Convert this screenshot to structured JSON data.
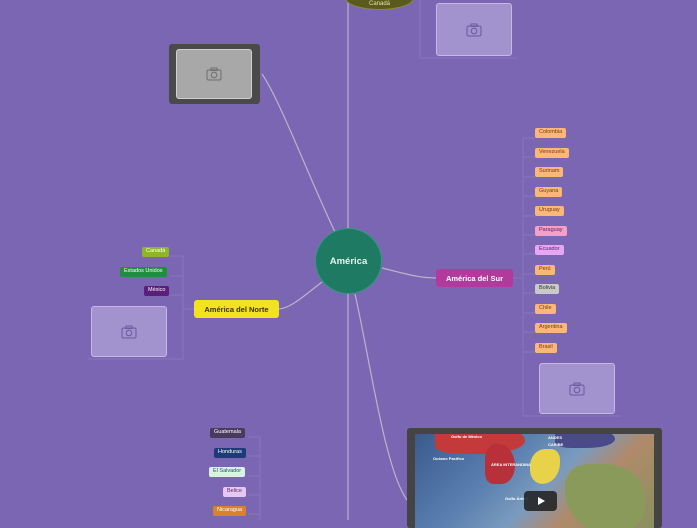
{
  "central": {
    "label": "América",
    "color": "#1e7a63"
  },
  "top_topic": {
    "label": "Canadá"
  },
  "north": {
    "label": "América del Norte",
    "color": "#f2e21f",
    "countries": [
      {
        "label": "Canadá",
        "bg": "#8fb62a",
        "fg": "#ffffff"
      },
      {
        "label": "Estados Unidos",
        "bg": "#1e8f3e",
        "fg": "#ffffff"
      },
      {
        "label": "México",
        "bg": "#5b1f7a",
        "fg": "#ffffff"
      }
    ]
  },
  "south": {
    "label": "América del Sur",
    "color": "#b23a9c",
    "countries": [
      {
        "label": "Colombia",
        "bg": "#f9b77a",
        "fg": "#7a3b10"
      },
      {
        "label": "Venezuela",
        "bg": "#f9b77a",
        "fg": "#7a3b10"
      },
      {
        "label": "Surinam",
        "bg": "#f9b77a",
        "fg": "#7a3b10"
      },
      {
        "label": "Guyana",
        "bg": "#f9b77a",
        "fg": "#7a3b10"
      },
      {
        "label": "Uruguay",
        "bg": "#f9b77a",
        "fg": "#7a3b10"
      },
      {
        "label": "Paraguay",
        "bg": "#f4a0c8",
        "fg": "#6a1f44"
      },
      {
        "label": "Ecuador",
        "bg": "#e6a6f2",
        "fg": "#5a1f6a"
      },
      {
        "label": "Perú",
        "bg": "#f9b77a",
        "fg": "#7a3b10"
      },
      {
        "label": "Bolivia",
        "bg": "#c9c9c9",
        "fg": "#333333"
      },
      {
        "label": "Chile",
        "bg": "#f9b77a",
        "fg": "#7a3b10"
      },
      {
        "label": "Argentina",
        "bg": "#f9b77a",
        "fg": "#7a3b10"
      },
      {
        "label": "Brasil",
        "bg": "#f9b77a",
        "fg": "#7a3b10"
      }
    ]
  },
  "central_america": {
    "countries": [
      {
        "label": "Guatemala",
        "bg": "#4a3a5e",
        "fg": "#ffffff"
      },
      {
        "label": "Honduras",
        "bg": "#1f3a7a",
        "fg": "#ffffff"
      },
      {
        "label": "El Salvador",
        "bg": "#d9f2e6",
        "fg": "#2a5a44"
      },
      {
        "label": "Belice",
        "bg": "#e6c6f2",
        "fg": "#5a2a6a"
      },
      {
        "label": "Nicaragua",
        "bg": "#d9822b",
        "fg": "#ffffff"
      }
    ]
  },
  "video": {
    "labels": [
      "Océano Pacífico",
      "ÁREA INTERANDINA",
      "ANDES",
      "CARIBE",
      "Golfo de México",
      "Golfo Ártico"
    ]
  },
  "icons": {
    "image_placeholder": "camera-icon",
    "video": "play-icon"
  }
}
